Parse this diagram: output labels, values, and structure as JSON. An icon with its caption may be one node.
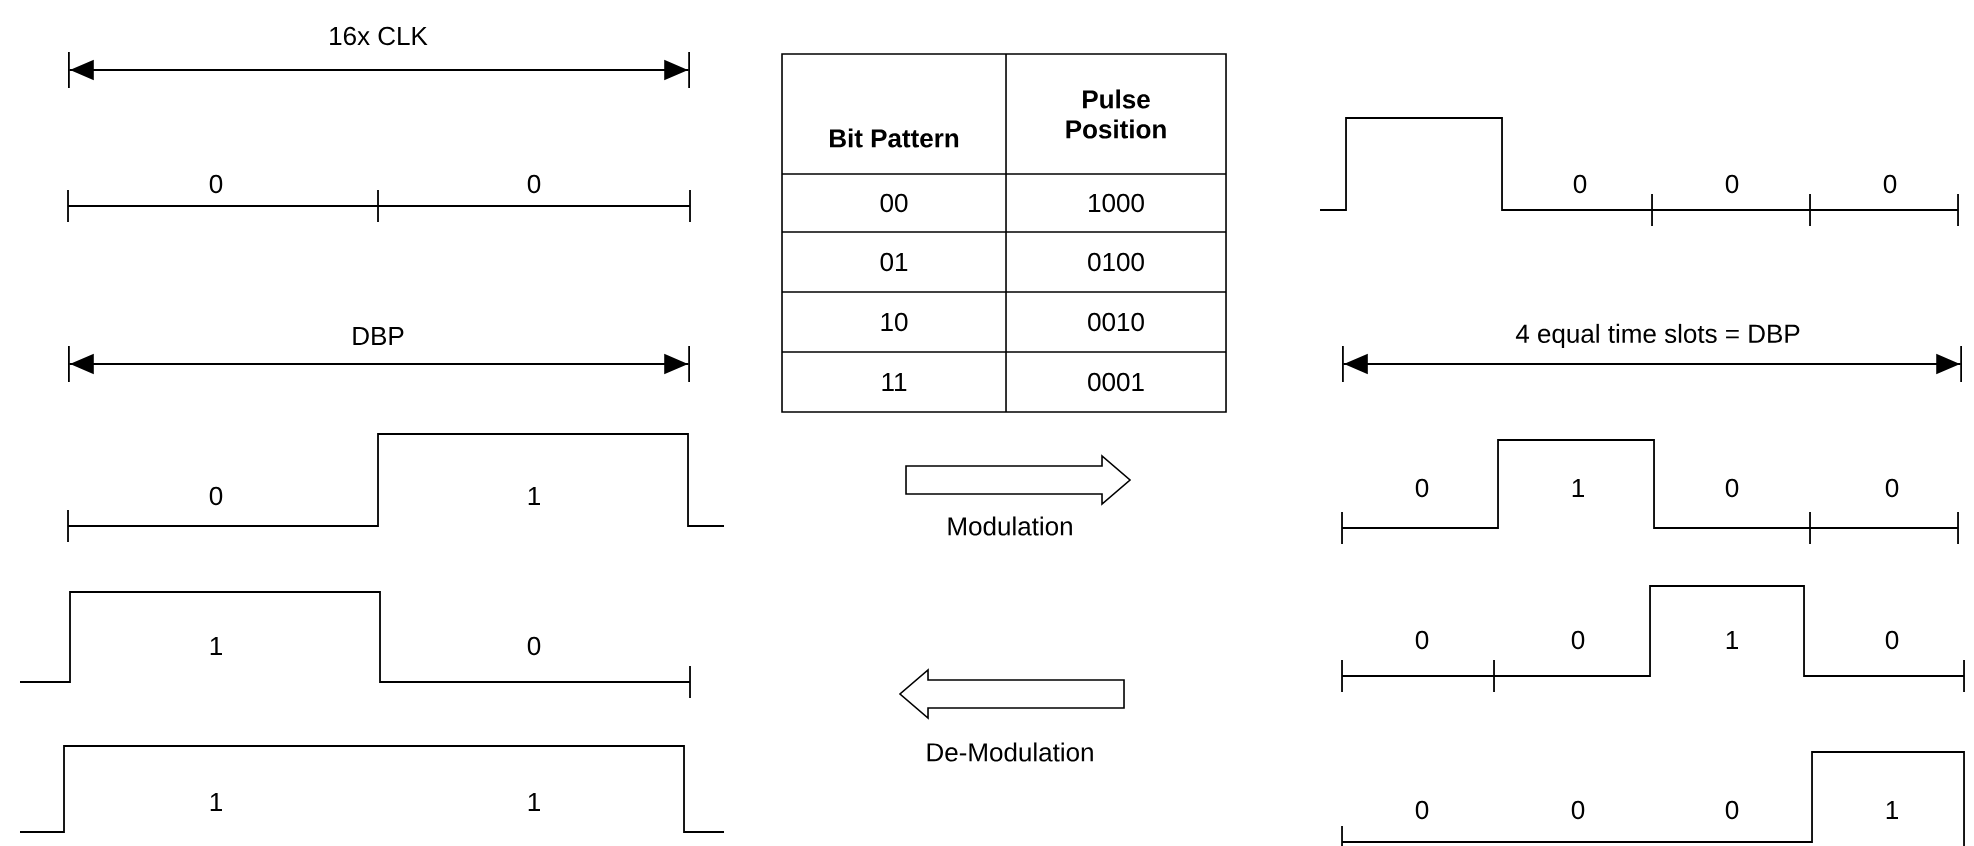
{
  "diagram": {
    "labels": [
      "16x CLK",
      "0",
      "0",
      "Bit Pattern",
      "Pulse Position",
      "00",
      "1000",
      "01",
      "0100",
      "10",
      "0010",
      "11",
      "0001",
      "0",
      "0",
      "0",
      "DBP",
      "4 equal time slots = DBP",
      "0",
      "1",
      "0",
      "1",
      "0",
      "0",
      "Modulation",
      "1",
      "0",
      "0",
      "0",
      "1",
      "0",
      "De-Modulation",
      "1",
      "1",
      "0",
      "0",
      "0",
      "1"
    ]
  }
}
